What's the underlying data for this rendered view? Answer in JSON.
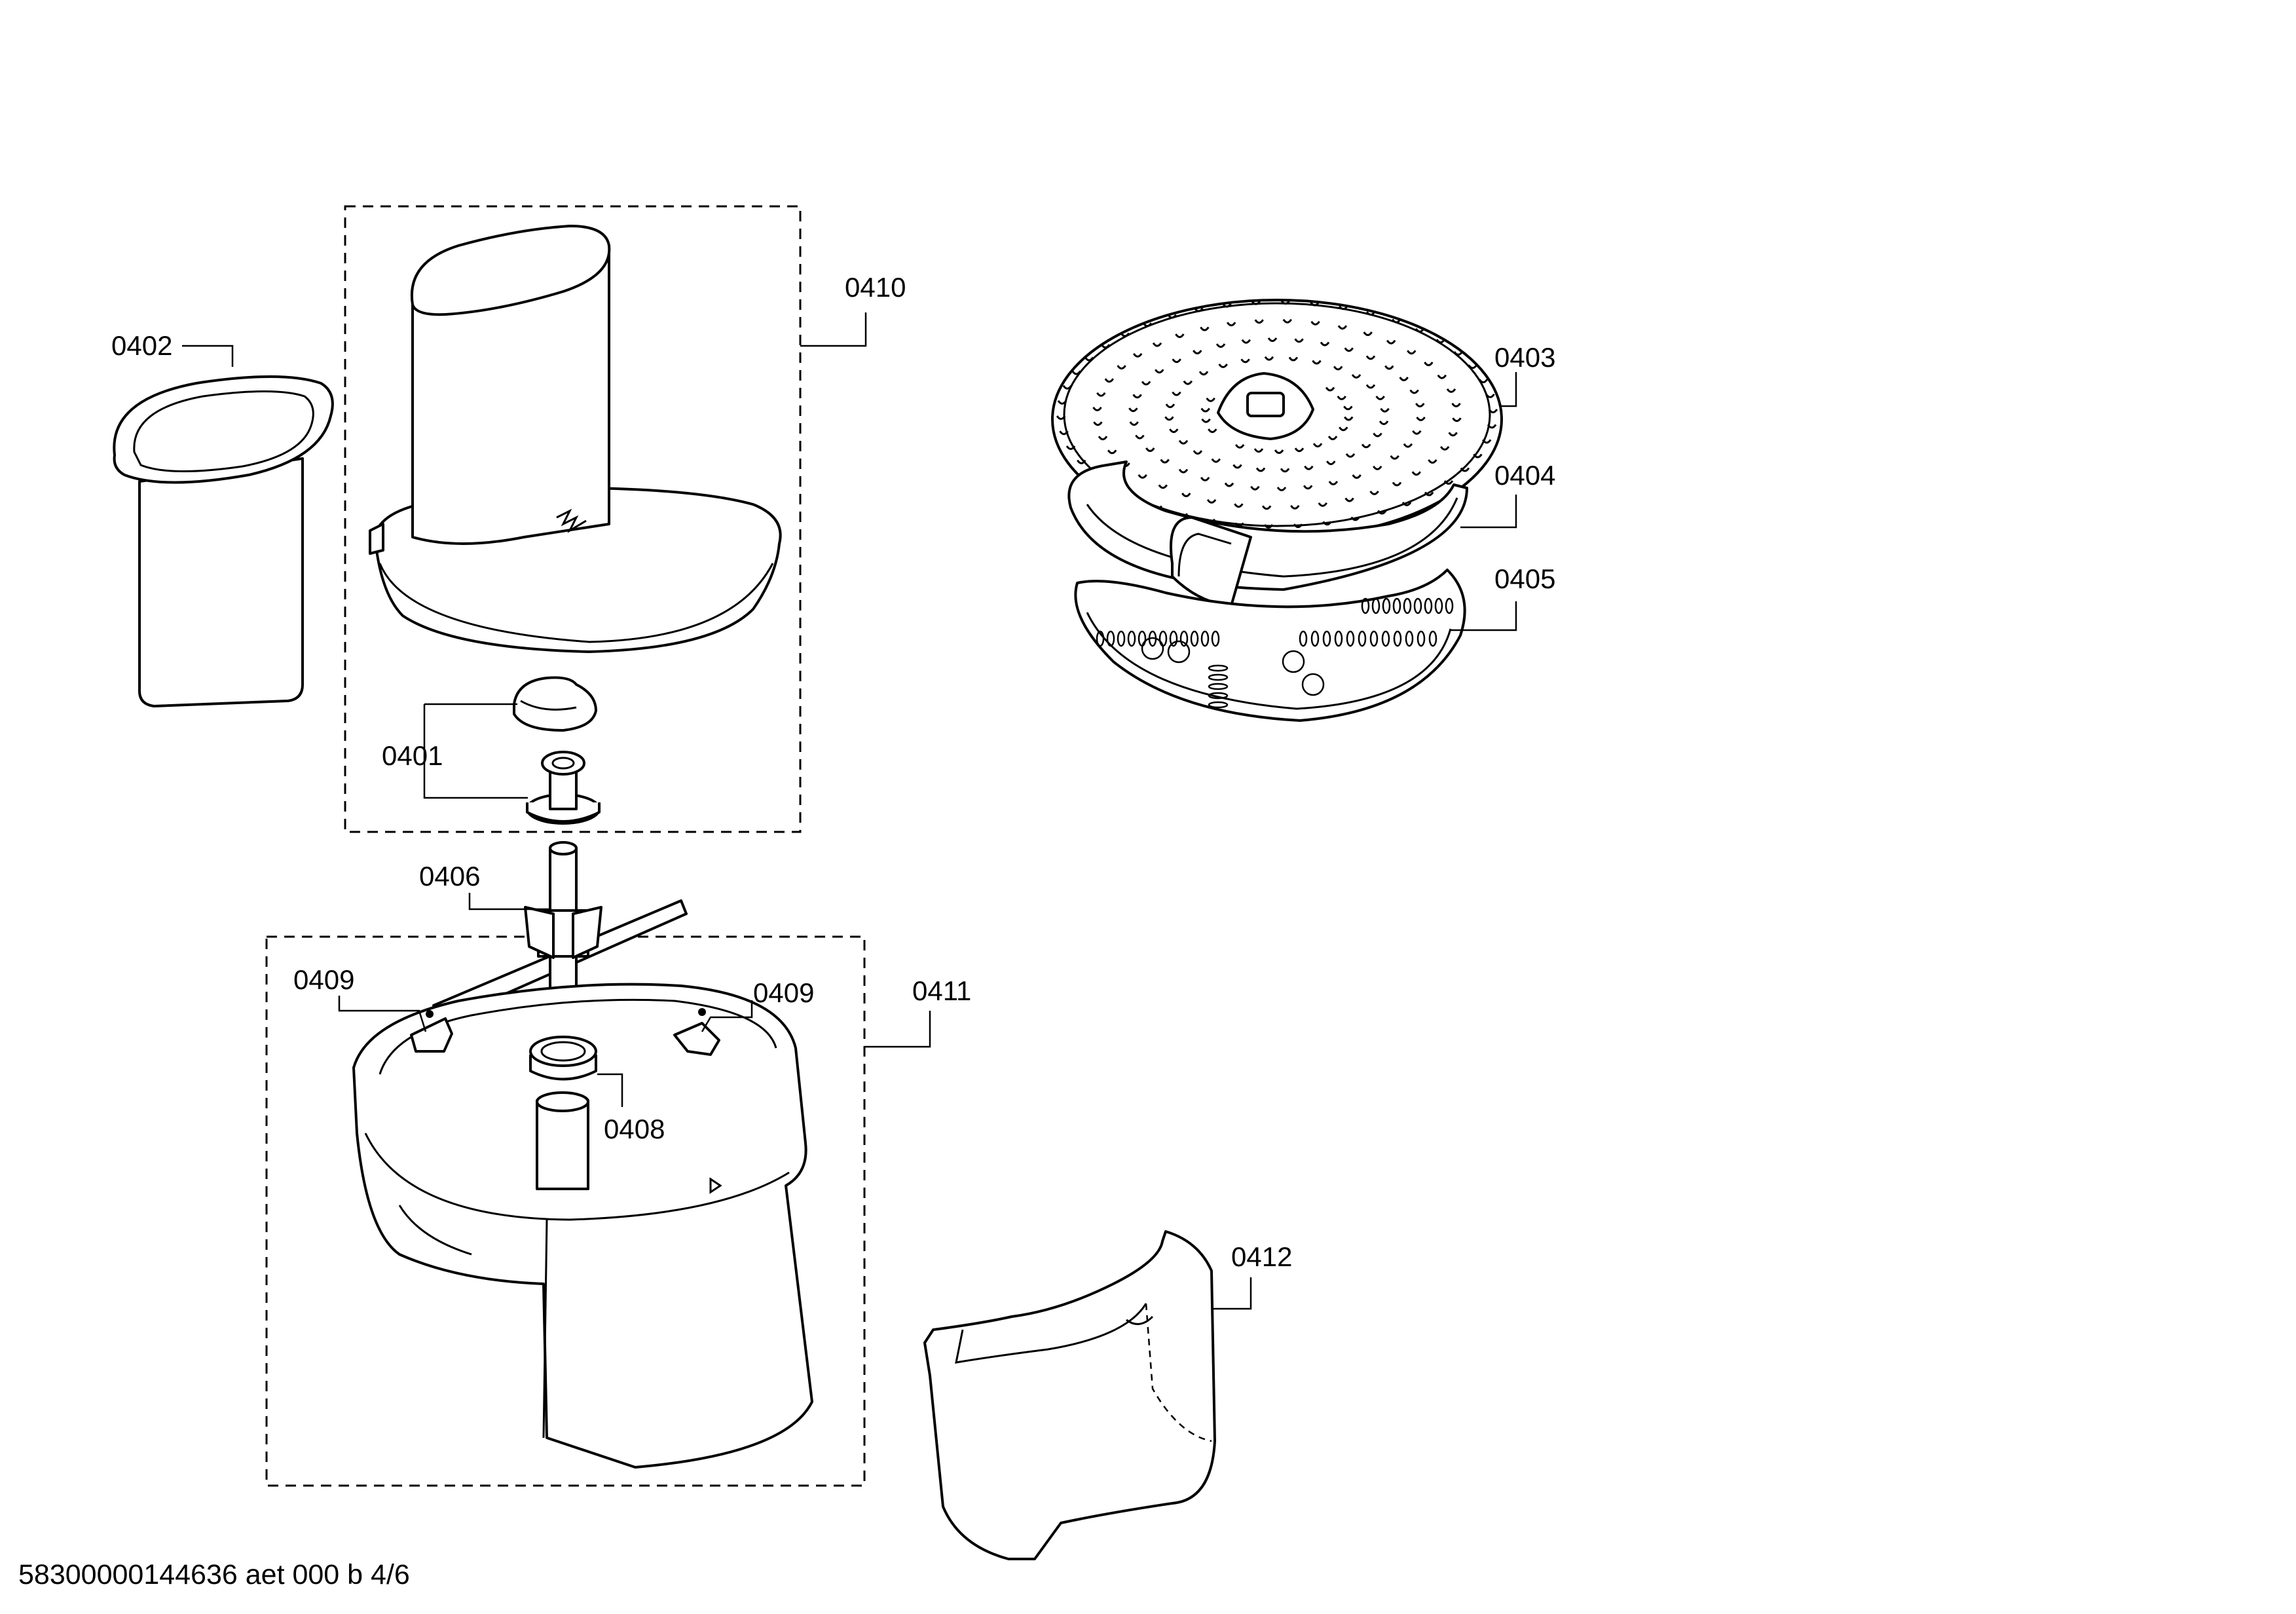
{
  "labels": {
    "p0401": "0401",
    "p0402": "0402",
    "p0403": "0403",
    "p0404": "0404",
    "p0405": "0405",
    "p0406": "0406",
    "p0408": "0408",
    "p0409a": "0409",
    "p0409b": "0409",
    "p0410": "0410",
    "p0411": "0411",
    "p0412": "0412"
  },
  "footer": "58300000144636 aet 000 b 4/6"
}
